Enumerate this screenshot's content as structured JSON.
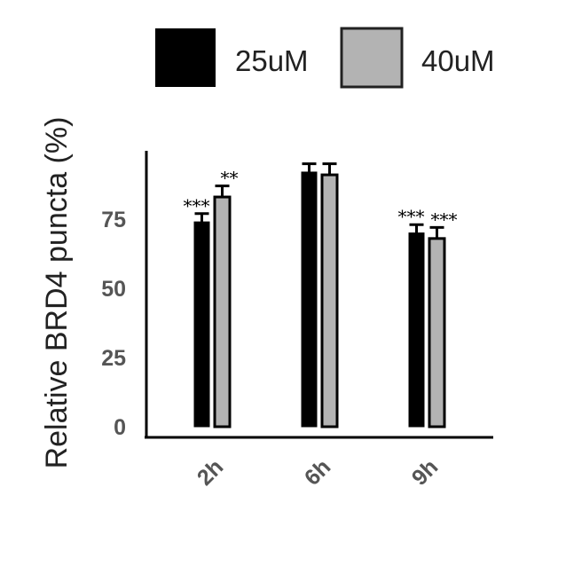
{
  "chart_data": {
    "type": "bar",
    "categories": [
      "2h",
      "6h",
      "9h"
    ],
    "series": [
      {
        "name": "25uM",
        "color": "#000000",
        "values": [
          74,
          92,
          70
        ],
        "errors": [
          3,
          3,
          3
        ],
        "significance": [
          "***",
          "",
          "***"
        ]
      },
      {
        "name": "40uM",
        "color": "#b3b3b3",
        "values": [
          83,
          91,
          68
        ],
        "errors": [
          4,
          4,
          4
        ],
        "significance": [
          "**",
          "",
          "***"
        ]
      }
    ],
    "ylabel": "Relative BRD4 puncta (%)",
    "xlabel": "",
    "yticks": [
      0,
      25,
      50,
      75
    ],
    "ylim": [
      0,
      100
    ],
    "legend_position": "top"
  }
}
